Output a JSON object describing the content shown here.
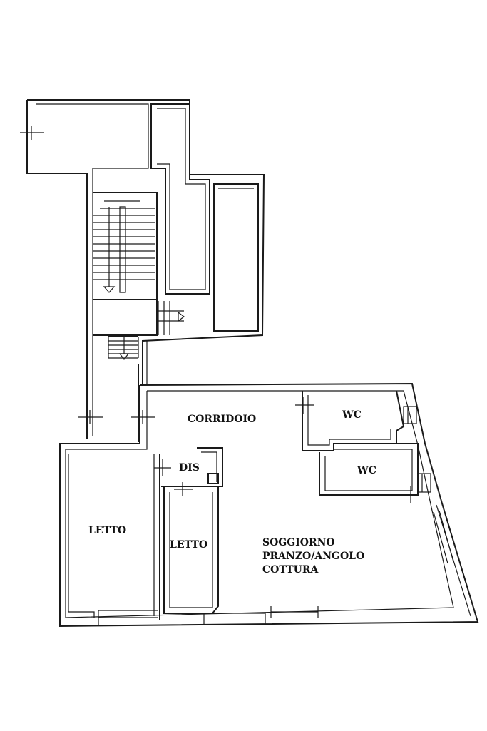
{
  "rooms": {
    "corridoio": "CORRIDOIO",
    "wc1": "WC",
    "wc2": "WC",
    "dis": "DIS",
    "letto1": "LETTO",
    "letto2": "LETTO",
    "soggiorno_line1": "SOGGIORNO",
    "soggiorno_line2": "PRANZO/ANGOLO",
    "soggiorno_line3": "COTTURA"
  },
  "colors": {
    "line": "#1a1a1a",
    "background": "#ffffff"
  }
}
